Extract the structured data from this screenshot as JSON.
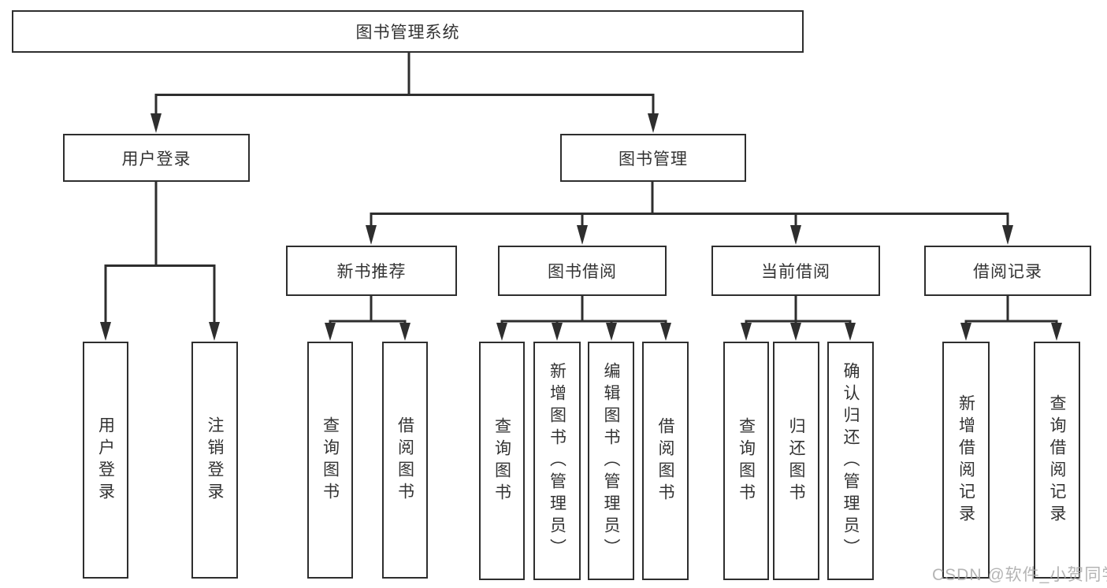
{
  "diagram": {
    "root": {
      "label": "图书管理系统"
    },
    "branches": [
      {
        "label": "用户登录",
        "children": [
          {
            "label": "用户登录"
          },
          {
            "label": "注销登录"
          }
        ]
      },
      {
        "label": "图书管理",
        "children": [
          {
            "label": "新书推荐",
            "children": [
              {
                "label": "查询图书"
              },
              {
                "label": "借阅图书"
              }
            ]
          },
          {
            "label": "图书借阅",
            "children": [
              {
                "label": "查询图书"
              },
              {
                "label": "新增图书（管理员）"
              },
              {
                "label": "编辑图书（管理员）"
              },
              {
                "label": "借阅图书"
              }
            ]
          },
          {
            "label": "当前借阅",
            "children": [
              {
                "label": "查询图书"
              },
              {
                "label": "归还图书"
              },
              {
                "label": "确认归还（管理员）"
              }
            ]
          },
          {
            "label": "借阅记录",
            "children": [
              {
                "label": "新增借阅记录"
              },
              {
                "label": "查询借阅记录"
              }
            ]
          }
        ]
      }
    ]
  },
  "watermark": {
    "text": "CSDN @软件_小贺同学"
  },
  "colors": {
    "line": "#2e2e2e",
    "box_border": "#2e2e2e",
    "text": "#333333",
    "watermark": "#a8a8a8",
    "background": "#ffffff"
  }
}
